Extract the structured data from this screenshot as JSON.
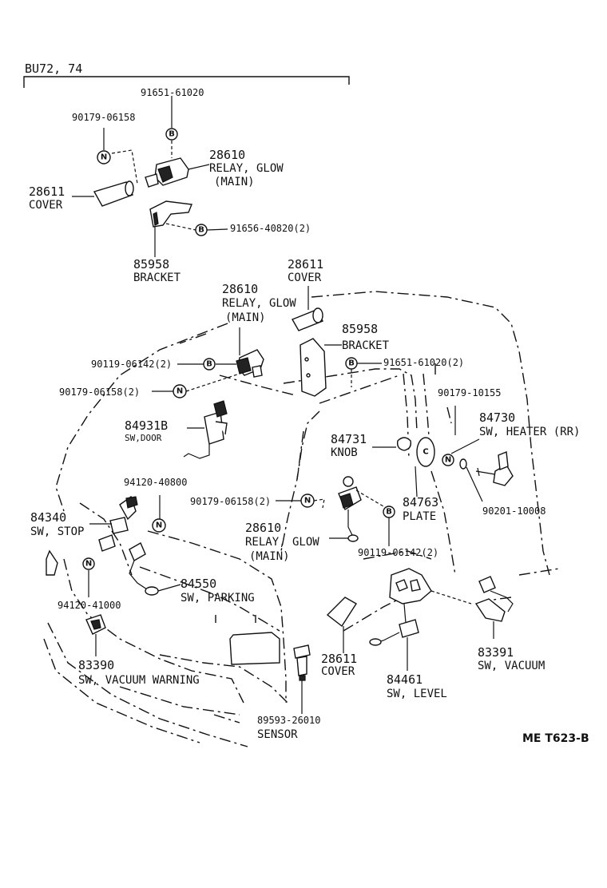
{
  "model_code": "BU72, 74",
  "diagram_ref": "ME T623-B",
  "symbols": {
    "bolt": "B",
    "nut": "N",
    "clip": "C"
  },
  "labels": {
    "p91651_top": "91651-61020",
    "p90179_top": "90179-06158",
    "p28610_top_num": "28610",
    "p28610_top_name1": "RELAY, GLOW",
    "p28610_top_name2": "(MAIN)",
    "p28611_top_num": "28611",
    "p28611_top_name": "COVER",
    "p91656": "91656-40820(2)",
    "p85958_top_num": "85958",
    "p85958_top_name": "BRACKET",
    "p28611_mid_num": "28611",
    "p28611_mid_name": "COVER",
    "p28610_mid_num": "28610",
    "p28610_mid_name1": "RELAY, GLOW",
    "p28610_mid_name2": "(MAIN)",
    "p85958_mid_num": "85958",
    "p85958_mid_name": "BRACKET",
    "p90119_mid": "90119-06142(2)",
    "p91651_mid": "91651-61020(2)",
    "p90179_mid": "90179-06158(2)",
    "p90179_10155": "90179-10155",
    "p84931b_num": "84931B",
    "p84931b_name": "SW,DOOR",
    "p84730_num": "84730",
    "p84730_name": "SW, HEATER (RR)",
    "p84731_num": "84731",
    "p84731_name": "KNOB",
    "p94120_40800": "94120-40800",
    "p84340_num": "84340",
    "p84340_name": "SW, STOP",
    "p90179_low": "90179-06158(2)",
    "p84763_num": "84763",
    "p84763_name": "PLATE",
    "p90201": "90201-10008",
    "p28610_low_num": "28610",
    "p28610_low_name1": "RELAY, GLOW",
    "p28610_low_name2": "(MAIN)",
    "p90119_low": "90119-06142(2)",
    "p84550_num": "84550",
    "p84550_name": "SW, PARKING",
    "p94120_41000": "94120-41000",
    "p83391_num": "83391",
    "p83391_name": "SW, VACUUM",
    "p83390_num": "83390",
    "p83390_name": "SW, VACUUM WARNING",
    "p28611_low_num": "28611",
    "p28611_low_name": "COVER",
    "p84461_num": "84461",
    "p84461_name": "SW, LEVEL",
    "p89593": "89593-26010",
    "p89593_name": "SENSOR"
  }
}
